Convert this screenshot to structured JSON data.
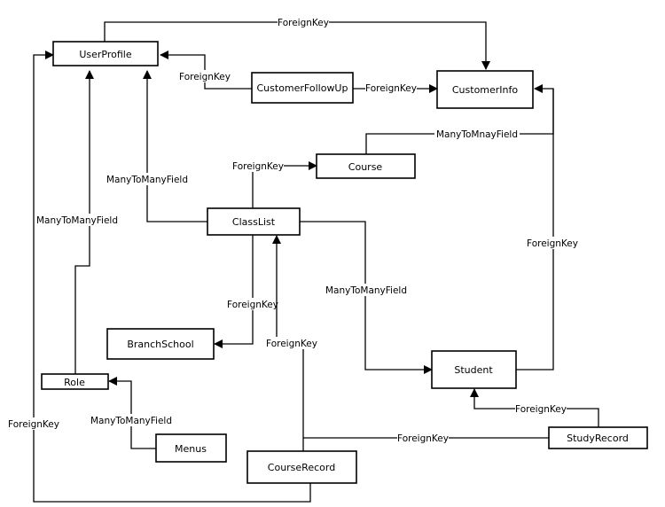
{
  "diagram": {
    "nodes": {
      "userprofile": "UserProfile",
      "customerfollowup": "CustomerFollowUp",
      "customerinfo": "CustomerInfo",
      "course": "Course",
      "classlist": "ClassList",
      "branchschool": "BranchSchool",
      "role": "Role",
      "menus": "Menus",
      "courserecord": "CourseRecord",
      "student": "Student",
      "studyrecord": "StudyRecord"
    },
    "edges": {
      "userprofile_customerinfo": "ForeignKey",
      "customerfollowup_userprofile": "ForeignKey",
      "customerfollowup_customerinfo": "ForeignKey",
      "classlist_userprofile": "ManyToManyField",
      "classlist_course": "ForeignKey",
      "course_customerinfo": "ManyToMnayField",
      "role_userprofile": "ManyToManyField",
      "classlist_branchschool": "ForeignKey",
      "classlist_student": "ManyToManyField",
      "student_customerinfo": "ForeignKey",
      "courserecord_classlist": "ForeignKey",
      "menus_role": "ManyToManyField",
      "courserecord_userprofile": "ForeignKey",
      "studyrecord_student": "ForeignKey",
      "studyrecord_courserecord": "ForeignKey"
    }
  }
}
